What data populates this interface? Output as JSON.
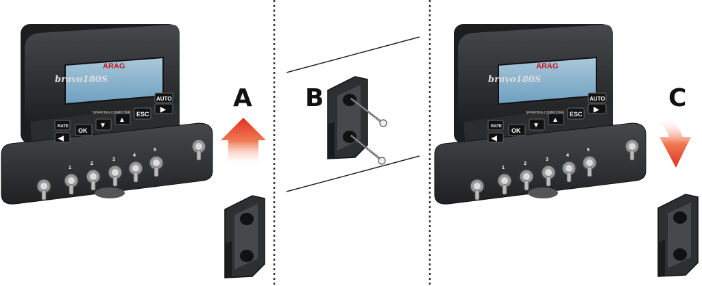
{
  "steps": [
    {
      "letter": "A",
      "arrow": "up"
    },
    {
      "letter": "B",
      "arrow": "none"
    },
    {
      "letter": "C",
      "arrow": "down"
    }
  ],
  "device": {
    "model": "bravo180S",
    "brand": "ARAG",
    "subtitle": "SPRAYING COMPUTER",
    "keys": {
      "rate": "RATE",
      "ok": "OK",
      "esc": "ESC",
      "auto": "AUTO"
    },
    "section_numbers": [
      "1",
      "2",
      "3",
      "4",
      "5"
    ]
  },
  "colors": {
    "divider": "#333333",
    "arrow_red": "#e0301e",
    "device_body": "#2a2b2d",
    "bracket": "#2e2f31",
    "screen": "#7aa8c8"
  }
}
